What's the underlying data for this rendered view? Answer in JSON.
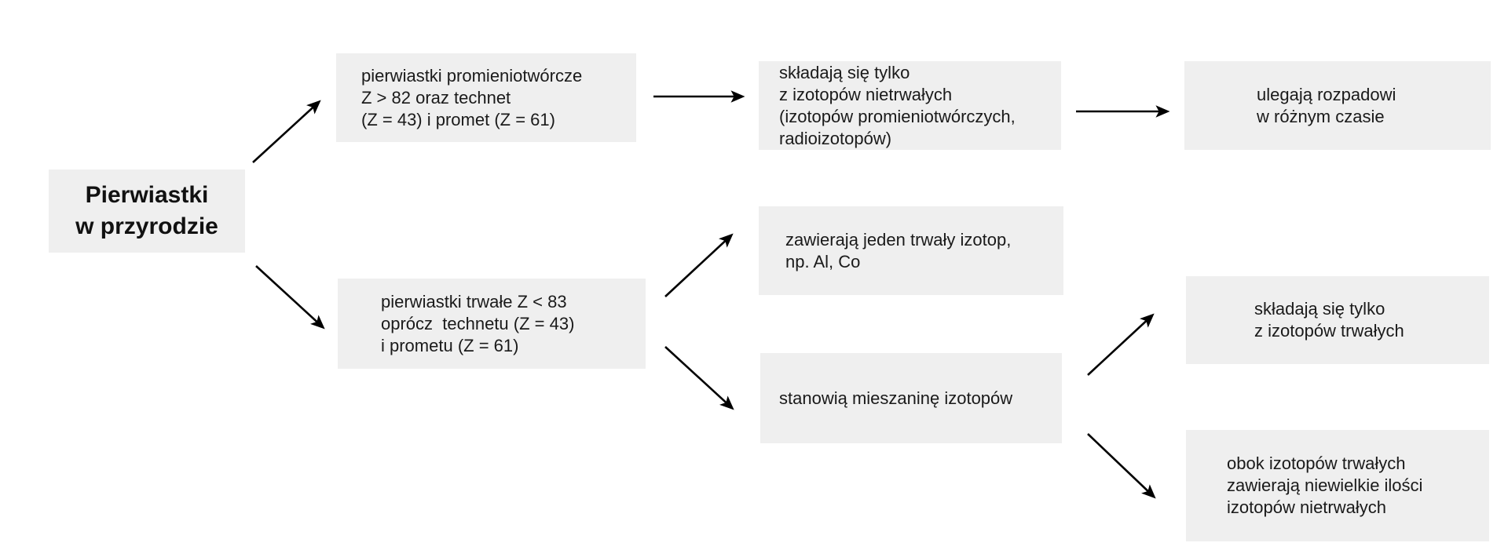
{
  "diagram": {
    "type": "flowchart",
    "language": "pl",
    "topic": "Pierwiastki w przyrodzie"
  },
  "colors": {
    "box_bg": "#efefef",
    "text": "#1a1a1a",
    "arrow": "#000000",
    "canvas_bg": "#ffffff"
  },
  "nodes": {
    "root": {
      "label": "Pierwiastki w przyrodzie",
      "lines": [
        "Pierwiastki",
        "w przyrodzie"
      ]
    },
    "radioactive": {
      "label": "pierwiastki promieniotwórcze Z > 82 oraz technet (Z = 43) i promet (Z = 61)",
      "lines": [
        "pierwiastki promieniotwórcze",
        "Z > 82 oraz technet",
        "(Z = 43) i promet (Z = 61)"
      ]
    },
    "unstable_isotopes": {
      "label": "składają się tylko z izotopów nietrwałych (izotopów promieniotwórczych, radioizotopów)",
      "lines": [
        "składają się tylko",
        "z izotopów nietrwałych",
        "(izotopów promieniotwórczych,",
        "radioizotopów)"
      ]
    },
    "decay": {
      "label": "ulegają rozpadowi w różnym czasie",
      "lines": [
        "ulegają rozpadowi",
        "w różnym czasie"
      ]
    },
    "stable": {
      "label": "pierwiastki trwałe Z < 83 oprócz technetu (Z = 43) i prometu (Z = 61)",
      "lines": [
        "pierwiastki trwałe Z < 83",
        "oprócz  technetu (Z = 43)",
        "i prometu (Z = 61)"
      ]
    },
    "single_isotope": {
      "label": "zawierają jeden trwały izotop, np. Al, Co",
      "lines": [
        "zawierają jeden trwały izotop,",
        "np. Al, Co"
      ]
    },
    "isotope_mixture": {
      "label": "stanowią mieszaninę izotopów",
      "lines": [
        "stanowią mieszaninę izotopów"
      ]
    },
    "stable_isotopes": {
      "label": "składają się tylko z izotopów trwałych",
      "lines": [
        "składają się tylko",
        "z izotopów trwałych"
      ]
    },
    "trace_unstable": {
      "label": "obok izotopów trwałych zawierają niewielkie ilości izotopów nietrwałych",
      "lines": [
        "obok izotopów trwałych",
        "zawierają niewielkie ilości",
        "izotopów nietrwałych"
      ]
    }
  },
  "edges": [
    {
      "from": "root",
      "to": "radioactive"
    },
    {
      "from": "root",
      "to": "stable"
    },
    {
      "from": "radioactive",
      "to": "unstable_isotopes"
    },
    {
      "from": "unstable_isotopes",
      "to": "decay"
    },
    {
      "from": "stable",
      "to": "single_isotope"
    },
    {
      "from": "stable",
      "to": "isotope_mixture"
    },
    {
      "from": "isotope_mixture",
      "to": "stable_isotopes"
    },
    {
      "from": "isotope_mixture",
      "to": "trace_unstable"
    }
  ]
}
